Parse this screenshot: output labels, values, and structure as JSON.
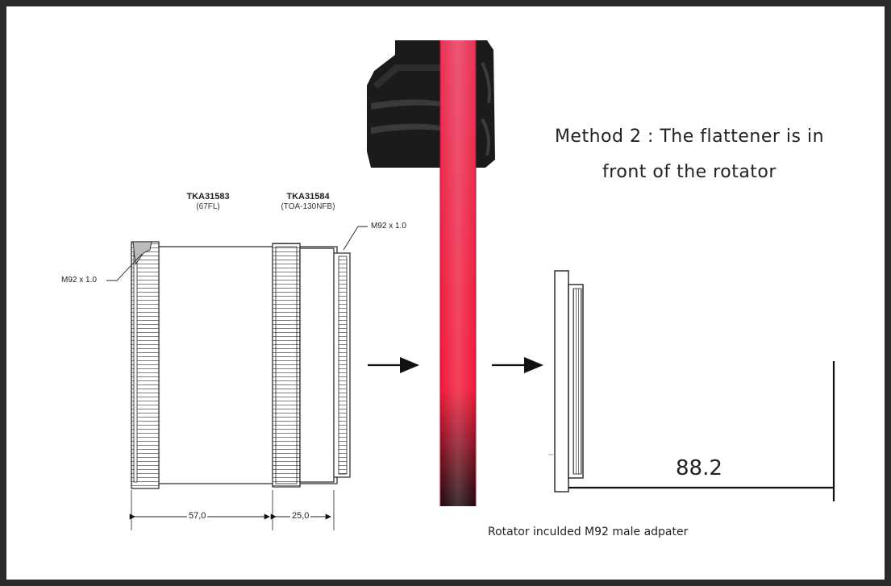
{
  "method_title_line1": "Method 2 : The flattener is in",
  "method_title_line2": "front of the rotator",
  "parts": [
    {
      "code": "TKA31583",
      "model": "(67FL)"
    },
    {
      "code": "TKA31584",
      "model": "(TOA-130NFB)"
    }
  ],
  "thread_callouts": {
    "left": "M92 x 1.0",
    "right": "M92 x 1.0"
  },
  "dimensions": {
    "flattener_length": "57,0",
    "adapter_length": "25,0",
    "backfocus": "88.2"
  },
  "rotator_caption": "Rotator inculded M92 male adpater",
  "colors": {
    "rotator_red": "#e8274b",
    "rotator_dark": "#1a1a1a",
    "frame_border": "#2b2b2b"
  }
}
